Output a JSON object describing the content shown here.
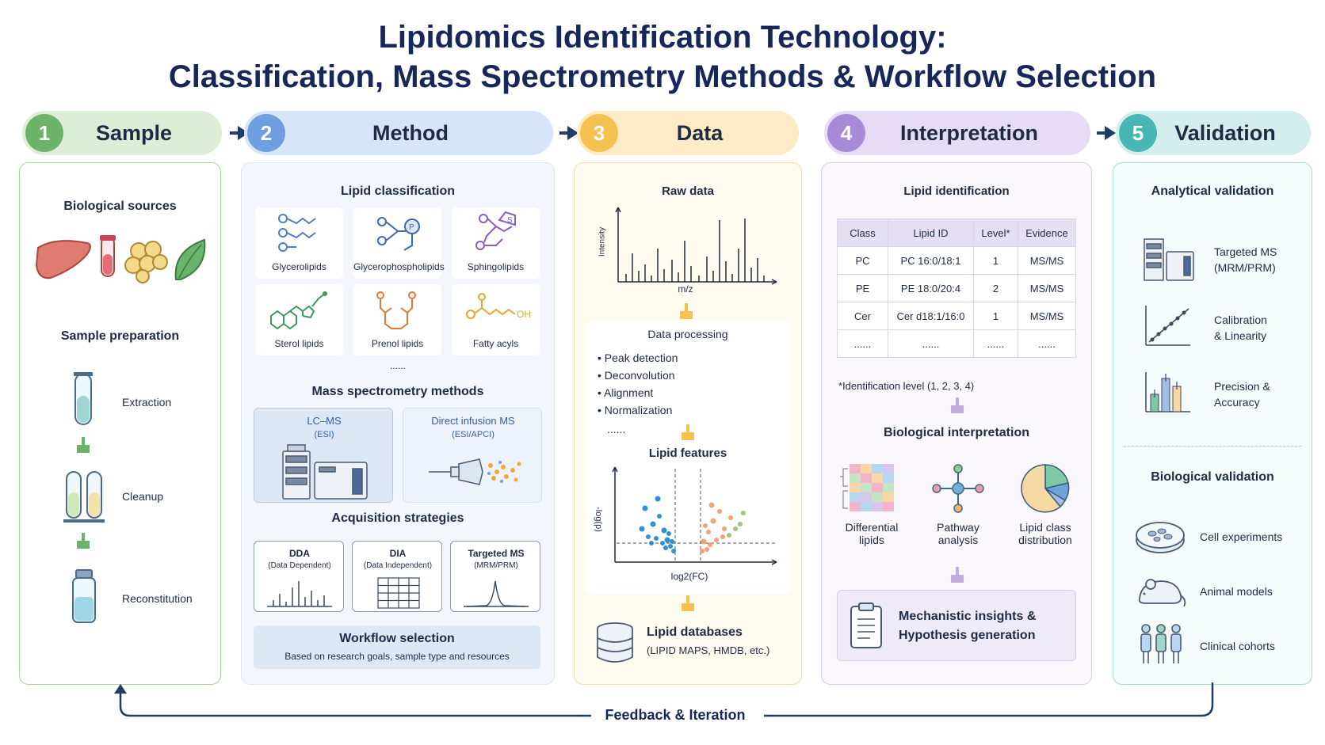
{
  "title": {
    "line1": "Lipidomics Identification Technology:",
    "line2": "Classification, Mass Spectrometry Methods & Workflow Selection"
  },
  "stages": [
    {
      "num": "1",
      "label": "Sample",
      "color": "#6bb36b"
    },
    {
      "num": "2",
      "label": "Method",
      "color": "#6f9ee0"
    },
    {
      "num": "3",
      "label": "Data",
      "color": "#f5c150"
    },
    {
      "num": "4",
      "label": "Interpretation",
      "color": "#a88ad8"
    },
    {
      "num": "5",
      "label": "Validation",
      "color": "#48b7b3"
    }
  ],
  "sample": {
    "bio_title": "Biological sources",
    "prep_title": "Sample preparation",
    "steps": [
      "Extraction",
      "Cleanup",
      "Reconstitution"
    ]
  },
  "method": {
    "class_title": "Lipid classification",
    "classes": [
      "Glycerolipids",
      "Glycerophospholipids",
      "Sphingolipids",
      "Sterol lipids",
      "Prenol lipids",
      "Fatty acyls"
    ],
    "ellipsis": "......",
    "ms_title": "Mass spectrometry methods",
    "ms": [
      {
        "name": "LC–MS",
        "sub": "(ESI)"
      },
      {
        "name": "Direct infusion MS",
        "sub": "(ESI/APCI)"
      }
    ],
    "acq_title": "Acquisition strategies",
    "acq": [
      {
        "name": "DDA",
        "sub": "(Data Dependent)"
      },
      {
        "name": "DIA",
        "sub": "(Data Independent)"
      },
      {
        "name": "Targeted MS",
        "sub": "(MRM/PRM)"
      }
    ],
    "wf_title": "Workflow selection",
    "wf_sub": "Based on research goals, sample type and resources"
  },
  "data": {
    "raw_title": "Raw data",
    "raw_y": "Intensity",
    "raw_x": "m/z",
    "proc_title": "Data processing",
    "proc_items": [
      "Peak detection",
      "Deconvolution",
      "Alignment",
      "Normalization"
    ],
    "proc_more": "......",
    "feat_title": "Lipid features",
    "feat_y": "-log(p)",
    "feat_x": "log2(FC)",
    "db_title": "Lipid databases",
    "db_sub": "(LIPID MAPS, HMDB, etc.)"
  },
  "interp": {
    "id_title": "Lipid identification",
    "table_head": [
      "Class",
      "Lipid ID",
      "Level*",
      "Evidence"
    ],
    "table_rows": [
      [
        "PC",
        "PC 16:0/18:1",
        "1",
        "MS/MS"
      ],
      [
        "PE",
        "PE 18:0/20:4",
        "2",
        "MS/MS"
      ],
      [
        "Cer",
        "Cer d18:1/16:0",
        "1",
        "MS/MS"
      ],
      [
        "......",
        "......",
        "......",
        "......"
      ]
    ],
    "footnote": "*Identification level (1, 2, 3, 4)",
    "bio_title": "Biological interpretation",
    "bio_items": [
      "Differential lipids",
      "Pathway analysis",
      "Lipid class distribution"
    ],
    "insight_line1": "Mechanistic insights &",
    "insight_line2": "Hypothesis generation"
  },
  "valid": {
    "ana_title": "Analytical validation",
    "ana_items": [
      {
        "l1": "Targeted MS",
        "l2": "(MRM/PRM)"
      },
      {
        "l1": "Calibration",
        "l2": "& Linearity"
      },
      {
        "l1": "Precision &",
        "l2": "Accuracy"
      }
    ],
    "bio_title": "Biological validation",
    "bio_items": [
      "Cell experiments",
      "Animal models",
      "Clinical cohorts"
    ]
  },
  "feedback": "Feedback & Iteration"
}
